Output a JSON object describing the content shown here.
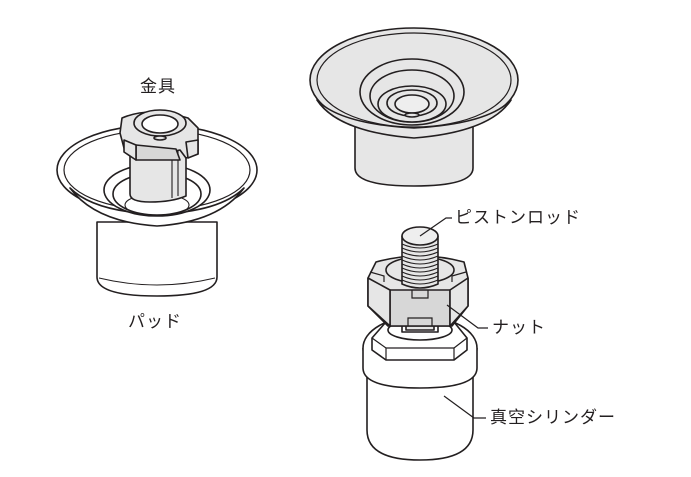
{
  "diagram": {
    "type": "parts-illustration",
    "colors": {
      "line": "#231f20",
      "part_fill": "#e6e6e6",
      "background": "#ffffff"
    },
    "left_assembly": {
      "labels": {
        "fitting": "金具",
        "pad": "パッド"
      }
    },
    "top_right_assembly": {
      "description": "assembled suction pad"
    },
    "bottom_right_assembly": {
      "labels": {
        "piston_rod": "ピストンロッド",
        "nut": "ナット",
        "vacuum_cylinder": "真空シリンダー"
      }
    }
  }
}
